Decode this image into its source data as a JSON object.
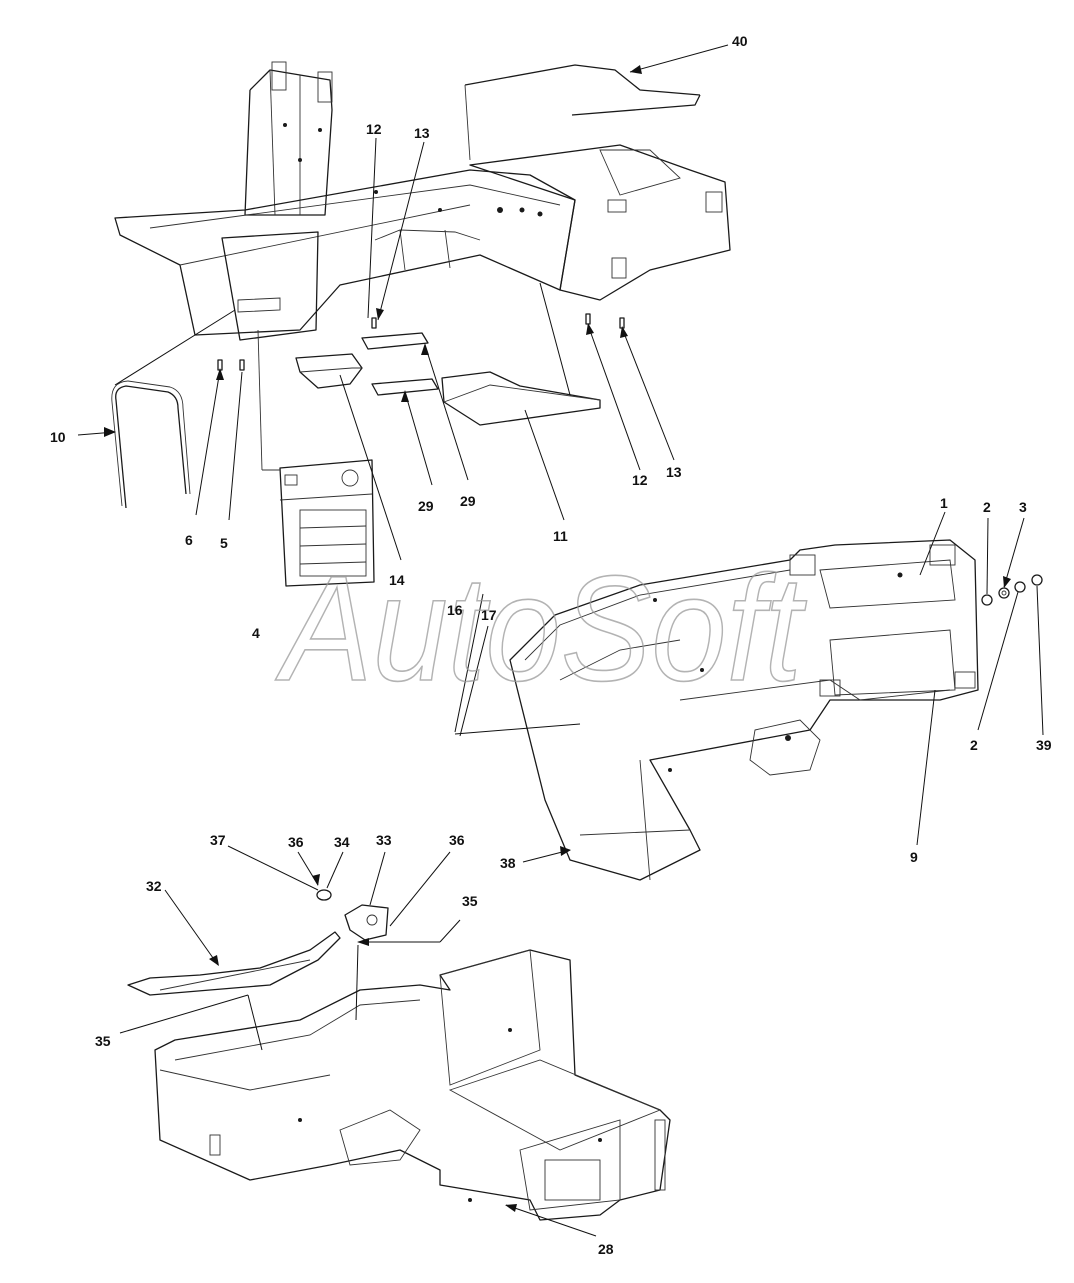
{
  "watermark": "AutoSoft",
  "callouts": [
    "40",
    "12",
    "13",
    "10",
    "6",
    "5",
    "4",
    "14",
    "29",
    "29",
    "11",
    "12",
    "13",
    "1",
    "2",
    "3",
    "16",
    "17",
    "2",
    "39",
    "9",
    "38",
    "37",
    "36",
    "34",
    "33",
    "36",
    "35",
    "32",
    "35",
    "28"
  ]
}
